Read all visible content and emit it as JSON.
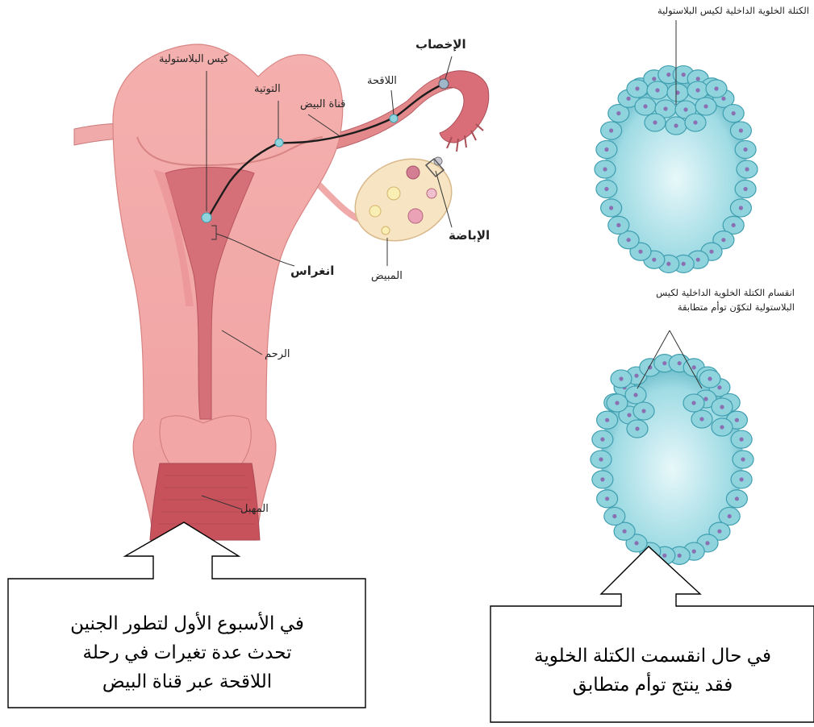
{
  "uterus_labels": {
    "blastocyst": "كيس البلاستولية",
    "fertilization": "الإخصاب",
    "morula": "التوتية",
    "zygote": "اللاقحة",
    "oviduct": "قناة البيض",
    "implantation": "انغراس",
    "ovary": "المبيض",
    "ovulation": "الإباضة",
    "uterus": "الرحم",
    "vagina": "المهبل"
  },
  "blastocyst_labels": {
    "inner_mass": "الكتلة الخلوية الداخلية لكيس البلاستولية",
    "split_line1": "انقسام الكتلة الخلوية الداخلية لكيس",
    "split_line2": "البلاستولية لتكوّن توأم متطابقة"
  },
  "callouts": {
    "left": {
      "line1": "في الأسبوع الأول لتطور الجنين",
      "line2": "تحدث عدة تغيرات في رحلة",
      "line3": "اللاقحة عبر قناة البيض"
    },
    "right": {
      "line1": "في حال انقسمت الكتلة الخلوية",
      "line2": "فقد ينتج توأم متطابق"
    }
  },
  "colors": {
    "uterus_fill": "#f2a6a6",
    "uterus_dark": "#c85a62",
    "tube": "#e9a3a3",
    "ovary": "#f6e2c0",
    "cell_fill": "#8fd3dd",
    "cell_stroke": "#3f9fb0",
    "cavity": "#bfe9ef"
  }
}
